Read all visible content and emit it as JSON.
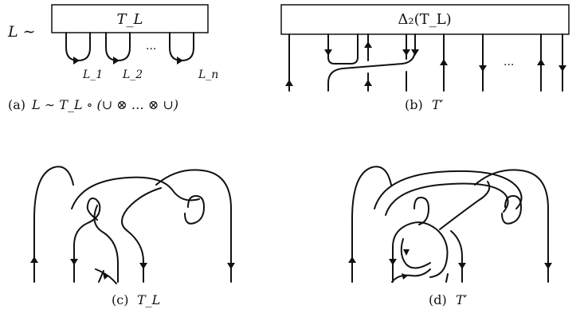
{
  "panel_a": {
    "prefix": "L ∼",
    "box_label": "T_L",
    "dots": "...",
    "strand_labels": [
      "L_1",
      "L_2",
      "L_n"
    ],
    "caption_tag": "(a)",
    "caption_text": "L ∼ T_L ∘ (∪ ⊗ … ⊗ ∪)"
  },
  "panel_b": {
    "box_label": "Δ₂(T_L)",
    "dots": "...",
    "caption_tag": "(b)",
    "caption_text": "T′"
  },
  "panel_c": {
    "caption_tag": "(c)",
    "caption_text": "T_L"
  },
  "panel_d": {
    "caption_tag": "(d)",
    "caption_text": "T′"
  }
}
